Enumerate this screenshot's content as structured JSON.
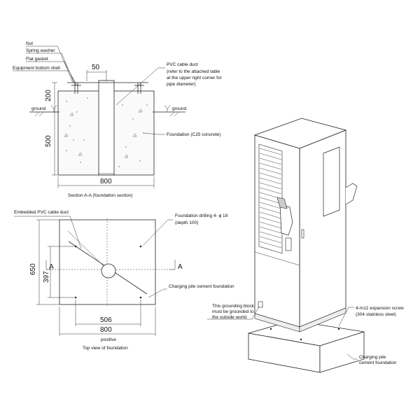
{
  "section_view": {
    "callouts": {
      "nut": "Nut",
      "spring_washer": "Spring washer",
      "flat_gasket": "Flat gasket",
      "equipment_bottom_shell": "Equipment bottom shell",
      "pvc_duct_line1": "PVC cable duct",
      "pvc_duct_line2": "(refer to the attached table",
      "pvc_duct_line3": "at the upper right corner for",
      "pvc_duct_line4": "pipe diameter)",
      "foundation": "Foundation (C25 concrete)"
    },
    "ground_left": "ground",
    "ground_right": "ground",
    "dims": {
      "top_offset": "50",
      "depth_200": "200",
      "depth_500": "500",
      "width_800": "800"
    },
    "caption": "Section A-A (foundation section)"
  },
  "top_view": {
    "callouts": {
      "embedded_duct": "Embedded PVC cable duct",
      "drilling_line1": "Foundation drilling 4- ϕ 18",
      "drilling_line2": "(depth 100)",
      "cement_foundation": "Charging pile cement foundation"
    },
    "section_mark_left": "A",
    "section_mark_right": "A",
    "dims": {
      "depth_650": "650",
      "offset_397": "397",
      "width_506": "506",
      "width_800": "800"
    },
    "positive": "positive",
    "caption": "Top view of foundation"
  },
  "pile_view": {
    "callouts": {
      "grounding_line1": "This grounding block",
      "grounding_line2": "must be grounded to",
      "grounding_line3": "the outside world",
      "screw_line1": "4-m12 expansion screw",
      "screw_line2": "(304 stainless steel)",
      "pile_foundation_line1": "Charging pile",
      "pile_foundation_line2": "cement foundation"
    }
  },
  "colors": {
    "ink": "#222222",
    "background": "#ffffff"
  }
}
